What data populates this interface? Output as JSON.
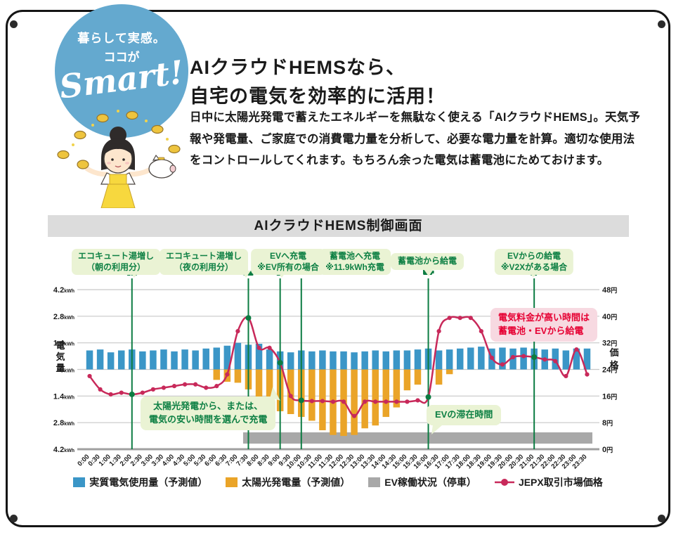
{
  "badge": {
    "line1": "暮らして実感。",
    "line2": "ココが",
    "line3": "Smart!"
  },
  "intro": {
    "title_line1": "AIクラウドHEMSなら、",
    "title_line2": "自宅の電気を効率的に活用！",
    "body": "日中に太陽光発電で蓄えたエネルギーを無駄なく使える「AIクラウドHEMS」。天気予報や発電量、ご家庭での消費電力量を分析して、必要な電力量を計算。適切な使用法をコントロールしてくれます。もちろん余った電気は蓄電池にためておけます。"
  },
  "panel": {
    "title": "AIクラウドHEMS制御画面"
  },
  "colors": {
    "usage_bar": "#3b96c7",
    "solar_bar": "#eaa428",
    "ev_band": "#a8a8a8",
    "price_line": "#c8295a",
    "event_green": "#0c7c42",
    "note_green_bg": "#eaf3d4",
    "note_green_text": "#0e8044",
    "note_pink_bg": "#f7d9e1",
    "note_pink_text": "#e60033",
    "badge_blue": "#64a9cf",
    "panel_bg": "#dcdcdc"
  },
  "chart_data": {
    "type": "combo",
    "x": [
      "0:00",
      "0:30",
      "1:00",
      "1:30",
      "2:00",
      "2:30",
      "3:00",
      "3:30",
      "4:00",
      "4:30",
      "5:00",
      "5:30",
      "6:00",
      "6:30",
      "7:00",
      "7:30",
      "8:00",
      "8:30",
      "9:00",
      "9:30",
      "10:00",
      "10:30",
      "11:00",
      "11:30",
      "12:00",
      "12:30",
      "13:00",
      "13:30",
      "14:00",
      "14:30",
      "15:00",
      "15:30",
      "16:00",
      "16:30",
      "17:00",
      "17:30",
      "18:00",
      "18:30",
      "19:00",
      "19:30",
      "20:00",
      "20:30",
      "21:00",
      "21:30",
      "22:00",
      "22:30",
      "23:00",
      "23:30"
    ],
    "y_left": {
      "label": "電気量",
      "unit": "kWh",
      "ticks": [
        "4.2",
        "2.8",
        "1.4",
        "0",
        "1.4",
        "2.8",
        "4.2"
      ],
      "kwh_per_div": 1.4
    },
    "y_right": {
      "label": "価格",
      "unit": "円",
      "ticks": [
        "48",
        "40",
        "32",
        "24",
        "16",
        "8",
        "0"
      ],
      "yen_per_div": 8
    },
    "series": [
      {
        "name": "実質電気使用量（予測値）",
        "type": "bar",
        "color": "#3b96c7",
        "values": [
          1.0,
          1.05,
          0.9,
          1.0,
          1.05,
          0.95,
          1.0,
          1.05,
          0.95,
          1.05,
          1.0,
          1.1,
          1.15,
          1.25,
          1.4,
          1.3,
          1.35,
          1.05,
          0.95,
          0.9,
          1.0,
          0.95,
          1.0,
          0.95,
          0.95,
          0.9,
          0.95,
          1.0,
          0.95,
          1.0,
          1.0,
          1.05,
          1.1,
          1.0,
          1.05,
          1.1,
          1.15,
          1.2,
          1.1,
          1.15,
          1.1,
          1.15,
          1.1,
          1.05,
          1.1,
          1.0,
          1.1,
          1.1
        ]
      },
      {
        "name": "太陽光発電量（予測値）",
        "type": "bar_down",
        "color": "#eaa428",
        "values": [
          0,
          0,
          0,
          0,
          0,
          0,
          0,
          0,
          0,
          0,
          0,
          0,
          0.55,
          0.65,
          0.7,
          1.05,
          2.3,
          2.2,
          2.2,
          2.35,
          2.5,
          2.7,
          3.2,
          3.45,
          3.5,
          3.45,
          3.1,
          2.95,
          2.5,
          2.0,
          1.1,
          0.8,
          0,
          0.8,
          0.25,
          0,
          0,
          0,
          0,
          0,
          0,
          0,
          0,
          0,
          0,
          0,
          0,
          0
        ]
      },
      {
        "name": "EV稼働状況（停車）",
        "type": "band",
        "color": "#a8a8a8",
        "start": "7:30",
        "end": "23:30"
      },
      {
        "name": "JEPX取引市場価格",
        "type": "line",
        "color": "#c8295a",
        "values": [
          22,
          18,
          16.5,
          17,
          16.5,
          17,
          18,
          18.5,
          19,
          19.5,
          19.5,
          18.5,
          19,
          22.5,
          35.5,
          39.5,
          30.5,
          30.5,
          26,
          16,
          14.7,
          14.5,
          14.5,
          14.3,
          14.3,
          10,
          14.3,
          14.3,
          14.3,
          14.3,
          14.3,
          14.7,
          15.7,
          35.5,
          39.5,
          39.5,
          39.5,
          35.5,
          27.5,
          25.5,
          27.7,
          28,
          27.7,
          27,
          26.5,
          22,
          30,
          22.5
        ]
      }
    ],
    "events": [
      {
        "time": "2:00",
        "icon": "water-heater-icon"
      },
      {
        "time": "7:30",
        "icon": "water-heater-icon"
      },
      {
        "time": "9:00",
        "icon": "ev-charger-icon"
      },
      {
        "time": "10:00",
        "icon": "battery-icon"
      },
      {
        "time": "16:00",
        "icon": "battery-icon"
      },
      {
        "time": "21:00",
        "icon": "ev-charger-icon"
      }
    ],
    "event_labels": [
      {
        "line1": "エコキュート湯増し",
        "line2": "（朝の利用分）",
        "anchor": "2:00"
      },
      {
        "line1": "エコキュート湯増し",
        "line2": "（夜の利用分）",
        "anchor": "7:30"
      },
      {
        "line1": "EVへ充電",
        "line2": "※EV所有の場合",
        "anchor": "9:00"
      },
      {
        "line1": "蓄電池へ充電",
        "line2": "※11.9kWh充電",
        "anchor": "10:00"
      },
      {
        "line1": "蓄電池から給電",
        "anchor": "16:00"
      },
      {
        "line1": "EVからの給電",
        "line2": "※V2Xがある場合",
        "anchor": "21:00"
      }
    ],
    "notes": [
      {
        "line1": "太陽光発電から、または、",
        "line2": "電気の安い時間を選んで充電",
        "style": "green"
      },
      {
        "line1": "EVの滞在時間",
        "style": "green"
      },
      {
        "line1": "電気料金が高い時間は",
        "line2": "蓄電池・EVから給電",
        "style": "pink"
      }
    ]
  }
}
